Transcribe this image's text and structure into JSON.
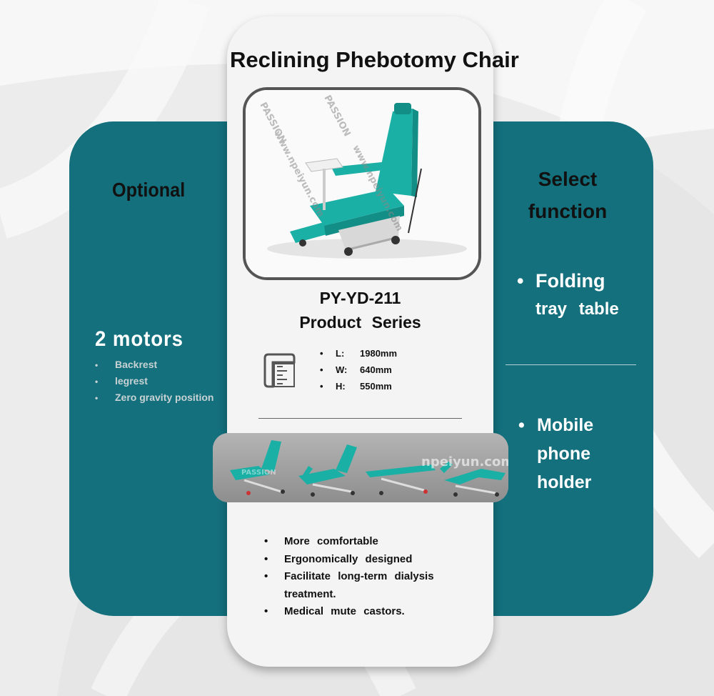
{
  "card": {
    "title": "Reclining Phebotomy Chair",
    "model": "PY-YD-211",
    "series": "Product Series"
  },
  "left_panel": {
    "title": "Optional",
    "motors_title": "2 motors",
    "motors": [
      "Backrest",
      "legrest",
      "Zero gravity position"
    ]
  },
  "right_panel": {
    "title_line1": "Select",
    "title_line2": "function",
    "item1_line1": "Folding",
    "item1_line2": "tray table",
    "item2_line1": "Mobile",
    "item2_line2": "phone",
    "item2_line3": "holder"
  },
  "dimensions": [
    {
      "label": "L:",
      "value": "1980mm"
    },
    {
      "label": "W:",
      "value": "640mm"
    },
    {
      "label": "H:",
      "value": "550mm"
    }
  ],
  "features": [
    "More comfortable",
    "Ergonomically designed",
    "Facilitate long-term dialysis treatment.",
    "Medical mute castors."
  ],
  "watermarks": {
    "brand": "PASSION",
    "url": "www.npeiyun.com",
    "strip_url": "npeiyun.com"
  },
  "colors": {
    "panel_teal": "#13707c",
    "chair_teal": "#1ab0a6",
    "background": "#ececec",
    "card": "#f4f4f4"
  },
  "icons": [
    "ruler-icon",
    "chair-image",
    "chair-positions-image"
  ]
}
